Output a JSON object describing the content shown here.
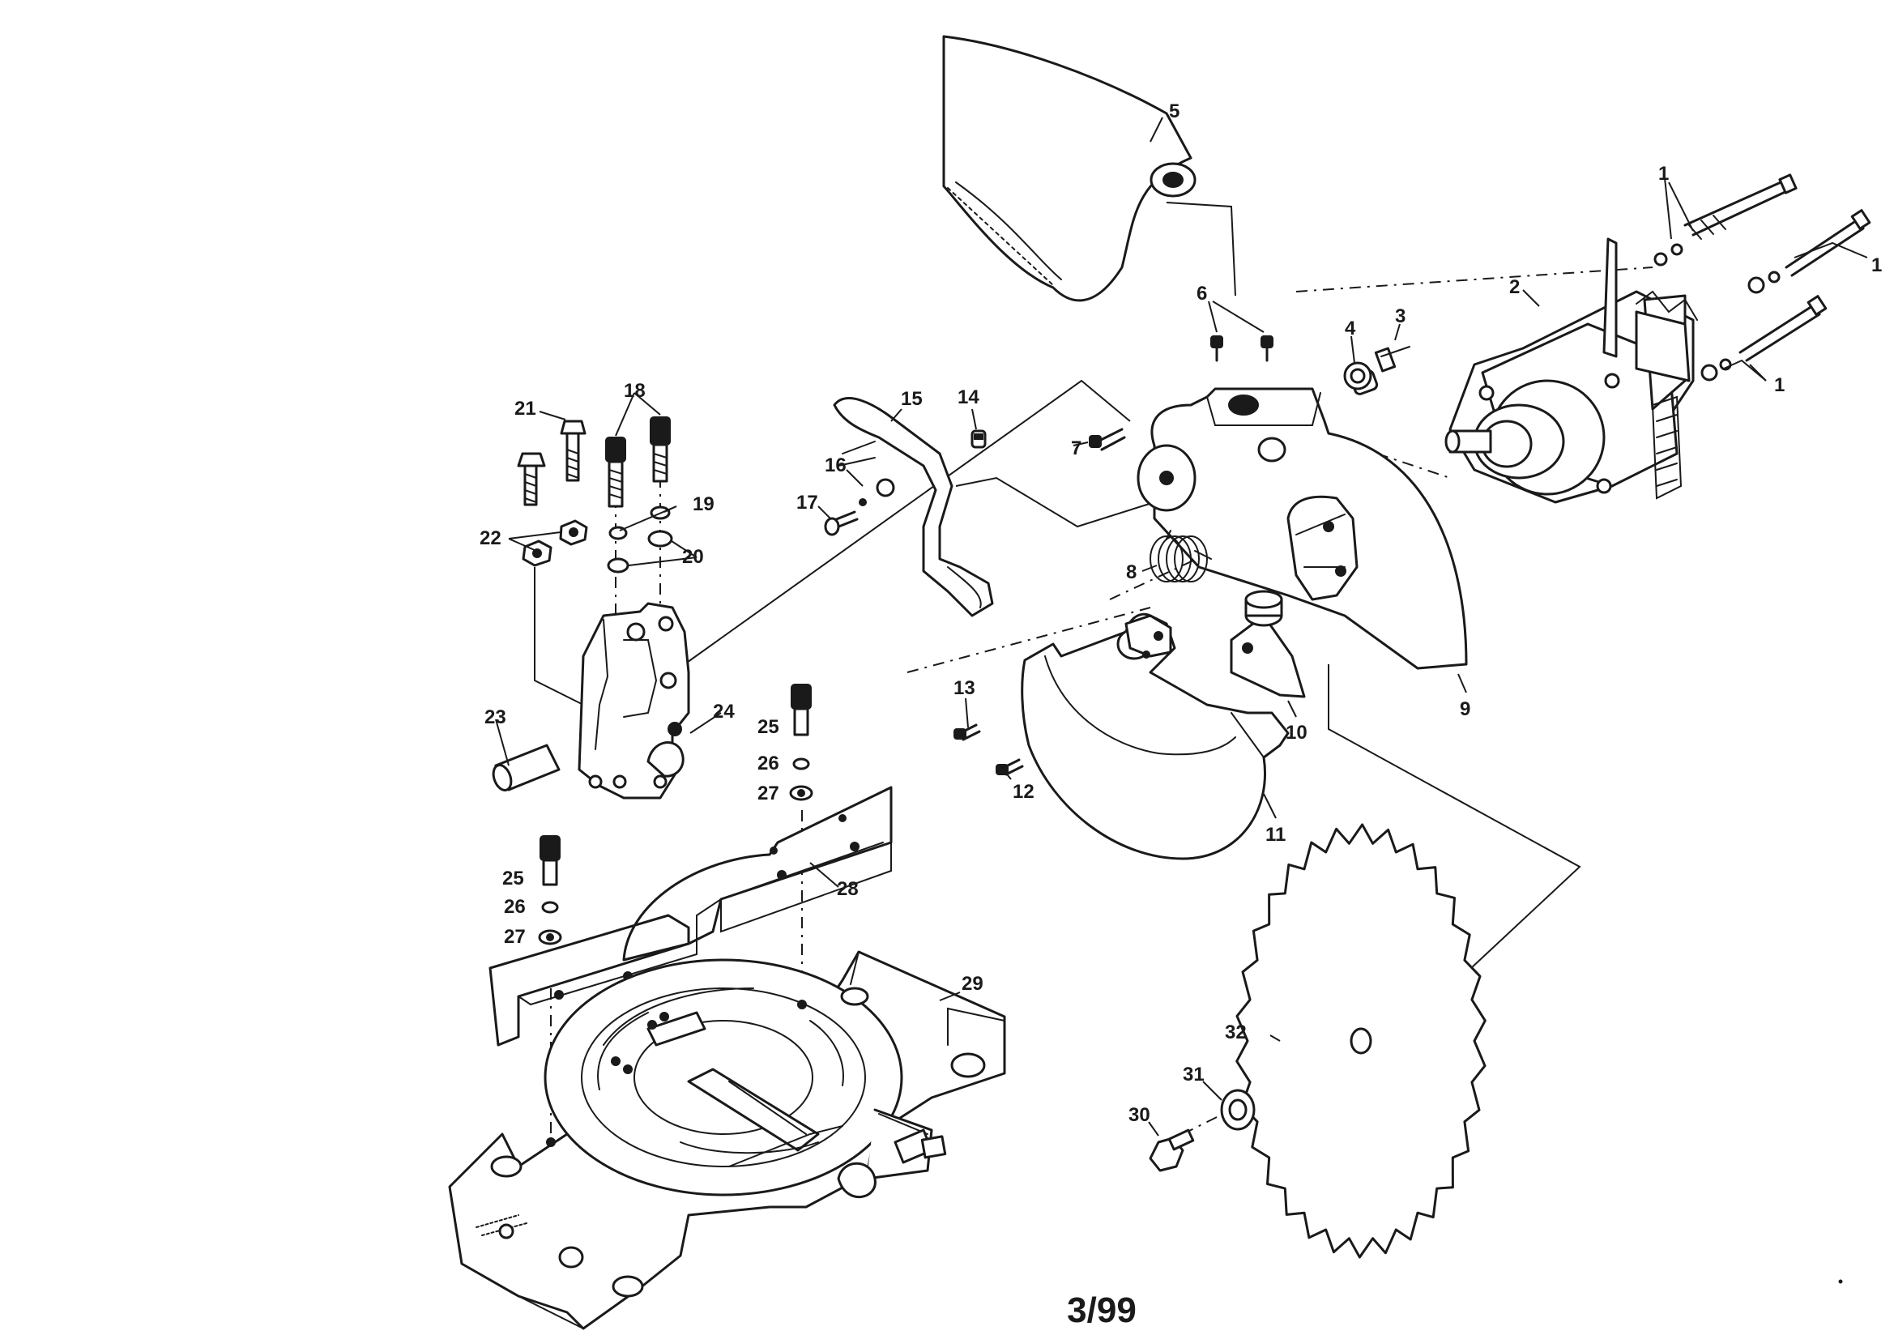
{
  "diagram": {
    "callouts": {
      "c1a": "1",
      "c1b": "1",
      "c1c": "1",
      "c2": "2",
      "c3": "3",
      "c4": "4",
      "c5": "5",
      "c6": "6",
      "c7": "7",
      "c8": "8",
      "c9": "9",
      "c10": "10",
      "c11": "11",
      "c12": "12",
      "c13": "13",
      "c14": "14",
      "c15": "15",
      "c16": "16",
      "c17": "17",
      "c18": "18",
      "c19": "19",
      "c20": "20",
      "c21": "21",
      "c22": "22",
      "c23": "23",
      "c24": "24",
      "c25a": "25",
      "c26a": "26",
      "c27a": "27",
      "c25b": "25",
      "c26b": "26",
      "c27b": "27",
      "c28": "28",
      "c29": "29",
      "c30": "30",
      "c31": "31",
      "c32": "32"
    },
    "footer": "3/99"
  }
}
